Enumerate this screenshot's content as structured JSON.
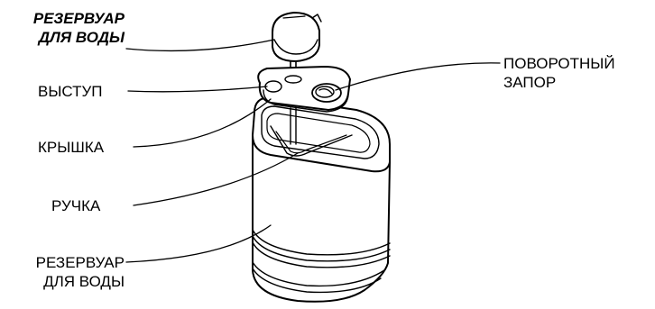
{
  "title": {
    "line1": "РЕЗЕРВУАР",
    "line2": "ДЛЯ ВОДЫ"
  },
  "labels": {
    "protrusion": "ВЫСТУП",
    "lid": "КРЫШКА",
    "handle": "РУЧКА",
    "reservoir_line1": "РЕЗЕРВУАР",
    "reservoir_line2": "ДЛЯ ВОДЫ",
    "valve_line1": "ПОВОРОТНЫЙ",
    "valve_line2": "ЗАПОР"
  }
}
